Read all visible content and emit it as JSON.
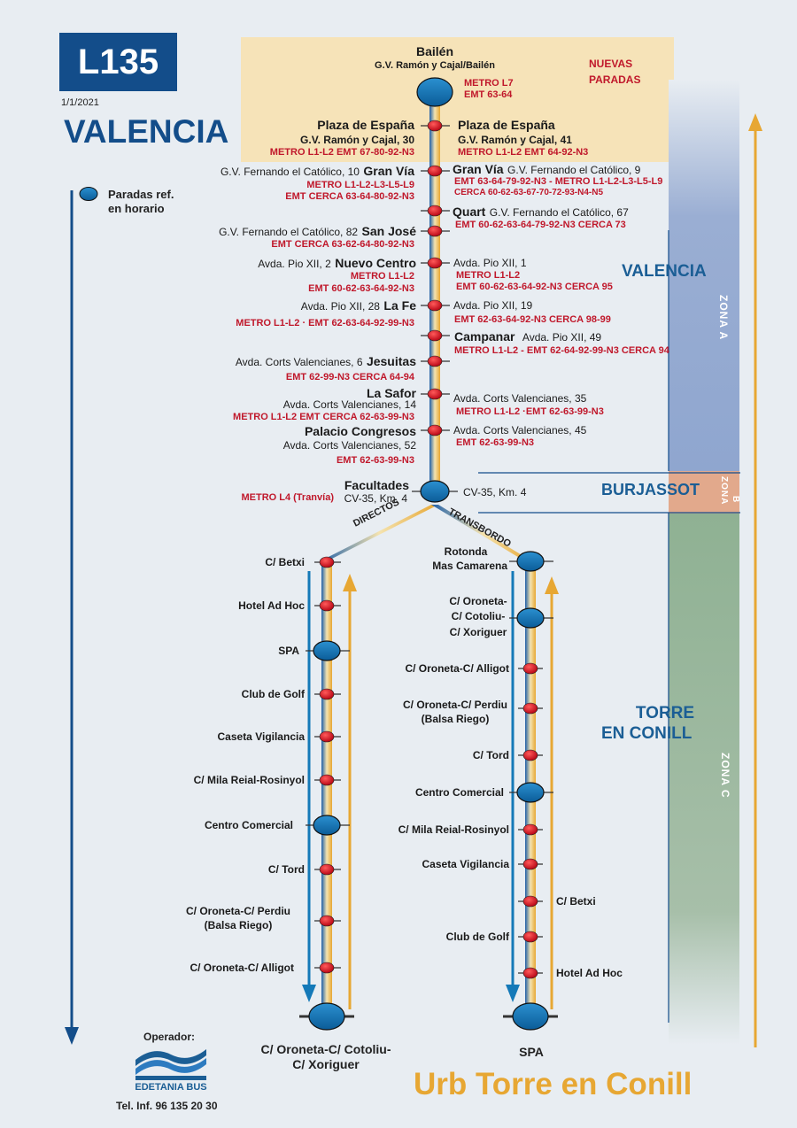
{
  "line": "L135",
  "date": "1/1/2021",
  "city": "VALENCIA",
  "legend": {
    "label_line1": "Paradas ref.",
    "label_line2": "en horario"
  },
  "new_stops_label": {
    "line1": "NUEVAS",
    "line2": "PARADAS"
  },
  "zones": {
    "valencia": "VALENCIA",
    "burjassot": "BURJASSOT",
    "torre_line1": "TORRE",
    "torre_line2": "EN CONILL",
    "zona_a": "ZONA A",
    "zona_b_line1": "ZONA",
    "zona_b_line2": "B",
    "zona_c": "ZONA C"
  },
  "main_stops": {
    "bailen": {
      "name": "Bailén",
      "addr": "G.V. Ramón y Cajal/Bailén",
      "metro": "METRO L7",
      "emt": "EMT 63-64"
    },
    "plaza_left": {
      "name": "Plaza de España",
      "addr": "G.V. Ramón y Cajal, 30",
      "conn": "METRO L1-L2  EMT 67-80-92-N3"
    },
    "plaza_right": {
      "name": "Plaza de España",
      "addr": "G.V. Ramón y Cajal, 41",
      "conn": "METRO L1-L2  EMT 64-92-N3"
    },
    "granvia_left": {
      "addr": "G.V. Fernando el Católico, 10",
      "name": "Gran Vía",
      "conn1": "METRO L1-L2-L3-L5-L9",
      "conn2": "EMT CERCA 63-64-80-92-N3"
    },
    "granvia_right": {
      "name": "Gran Vía",
      "addr": "G.V. Fernando el Católico, 9",
      "conn1": "EMT 63-64-79-92-N3 - METRO L1-L2-L3-L5-L9",
      "conn2": "CERCA 60-62-63-67-70-72-93-N4-N5"
    },
    "quart": {
      "name": "Quart",
      "addr": "G.V. Fernando el Católico, 67",
      "conn": "EMT 60-62-63-64-79-92-N3 CERCA 73"
    },
    "sanjose": {
      "addr": "G.V. Fernando el Católico, 82",
      "name": "San José",
      "conn": "EMT CERCA 63-62-64-80-92-N3"
    },
    "nuevocentro_left": {
      "addr": "Avda. Pio XII, 2",
      "name": "Nuevo Centro",
      "conn1": "METRO L1-L2",
      "conn2": "EMT 60-62-63-64-92-N3"
    },
    "nuevocentro_right": {
      "addr": "Avda. Pio XII, 1",
      "conn1": "METRO L1-L2",
      "conn2": "EMT 60-62-63-64-92-N3 CERCA 95"
    },
    "lafe_left": {
      "addr": "Avda. Pio XII, 28",
      "name": "La Fe",
      "conn": "METRO L1-L2 · EMT 62-63-64-92-99-N3"
    },
    "lafe_right": {
      "addr": "Avda. Pio XII, 19",
      "conn": "EMT 62-63-64-92-N3 CERCA 98-99"
    },
    "campanar": {
      "name": "Campanar",
      "addr": "Avda. Pio XII, 49",
      "conn": "METRO L1-L2  - EMT 62-64-92-99-N3 CERCA 94"
    },
    "jesuitas": {
      "addr": "Avda. Corts Valencianes, 6",
      "name": "Jesuitas",
      "conn": "EMT 62-99-N3 CERCA 64-94"
    },
    "lasafor": {
      "name": "La Safor",
      "addr": "Avda. Corts Valencianes, 14",
      "conn": "METRO L1-L2 EMT CERCA 62-63-99-N3"
    },
    "lasafor_right": {
      "addr": "Avda. Corts Valencianes, 35",
      "conn": "METRO L1-L2 ·EMT 62-63-99-N3"
    },
    "palacio": {
      "name": "Palacio Congresos",
      "addr": "Avda. Corts Valencianes, 52",
      "conn": "EMT 62-63-99-N3"
    },
    "palacio_right": {
      "addr": "Avda. Corts Valencianes, 45",
      "conn": "EMT 62-63-99-N3"
    },
    "facultades": {
      "name": "Facultades",
      "addr": "CV-35, Km. 4",
      "conn": "METRO L4 (Tranvía)",
      "addr_right": "CV-35, Km. 4"
    }
  },
  "branch_labels": {
    "directos": "DIRECTOS",
    "transbordo": "TRANSBORDO"
  },
  "left_branch": [
    "C/ Betxi",
    "Hotel Ad Hoc",
    "SPA",
    "Club de Golf",
    "Caseta Vigilancia",
    "C/ Mila Reial-Rosinyol",
    "Centro Comercial",
    "C/ Tord",
    "C/ Oroneta-C/ Perdiu",
    "(Balsa Riego)",
    "C/ Oroneta-C/ Alligot"
  ],
  "left_terminal": {
    "line1": "C/ Oroneta-C/ Cotoliu-",
    "line2": "C/ Xoriguer"
  },
  "right_branch": {
    "rotonda1": "Rotonda",
    "rotonda2": "Mas Camarena",
    "oroneta1": "C/ Oroneta-",
    "oroneta2": "C/ Cotoliu-",
    "oroneta3": "C/ Xoriguer",
    "alligot": "C/ Oroneta-C/ Alligot",
    "perdiu1": "C/ Oroneta-C/ Perdiu",
    "perdiu2": "(Balsa Riego)",
    "tord": "C/ Tord",
    "centro": "Centro Comercial",
    "mila": "C/ Mila Reial-Rosinyol",
    "caseta": "Caseta Vigilancia",
    "betxi": "C/ Betxi",
    "golf": "Club de Golf",
    "hotel": "Hotel Ad Hoc"
  },
  "right_terminal": "SPA",
  "footer": {
    "operator_label": "Operador:",
    "operator_name": "EDETANIA BUS",
    "phone": "Tel. Inf. 96 135 20 30",
    "destination": "Urb Torre en Conill"
  },
  "colors": {
    "navy": "#134d8a",
    "red": "#c0182b",
    "gold": "#e7a733",
    "stop_blue": "#1479b8",
    "new_stops_bg": "#f6e3b8"
  }
}
